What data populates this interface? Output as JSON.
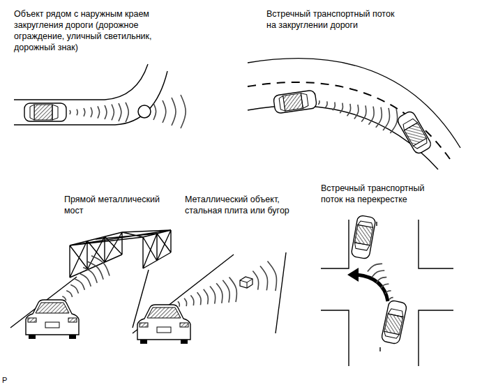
{
  "diagram": {
    "labels": [
      "Объект рядом с наружным краем закругления дороги (дорожное ограждение, уличный светильник, дорожный знак)",
      "Встречный транспортный поток на закруглении дороги",
      "Прямой металлический мост",
      "Металлический объект, стальная плита или бугор",
      "Встречный транспортный поток на перекрестке",
      "P"
    ]
  }
}
